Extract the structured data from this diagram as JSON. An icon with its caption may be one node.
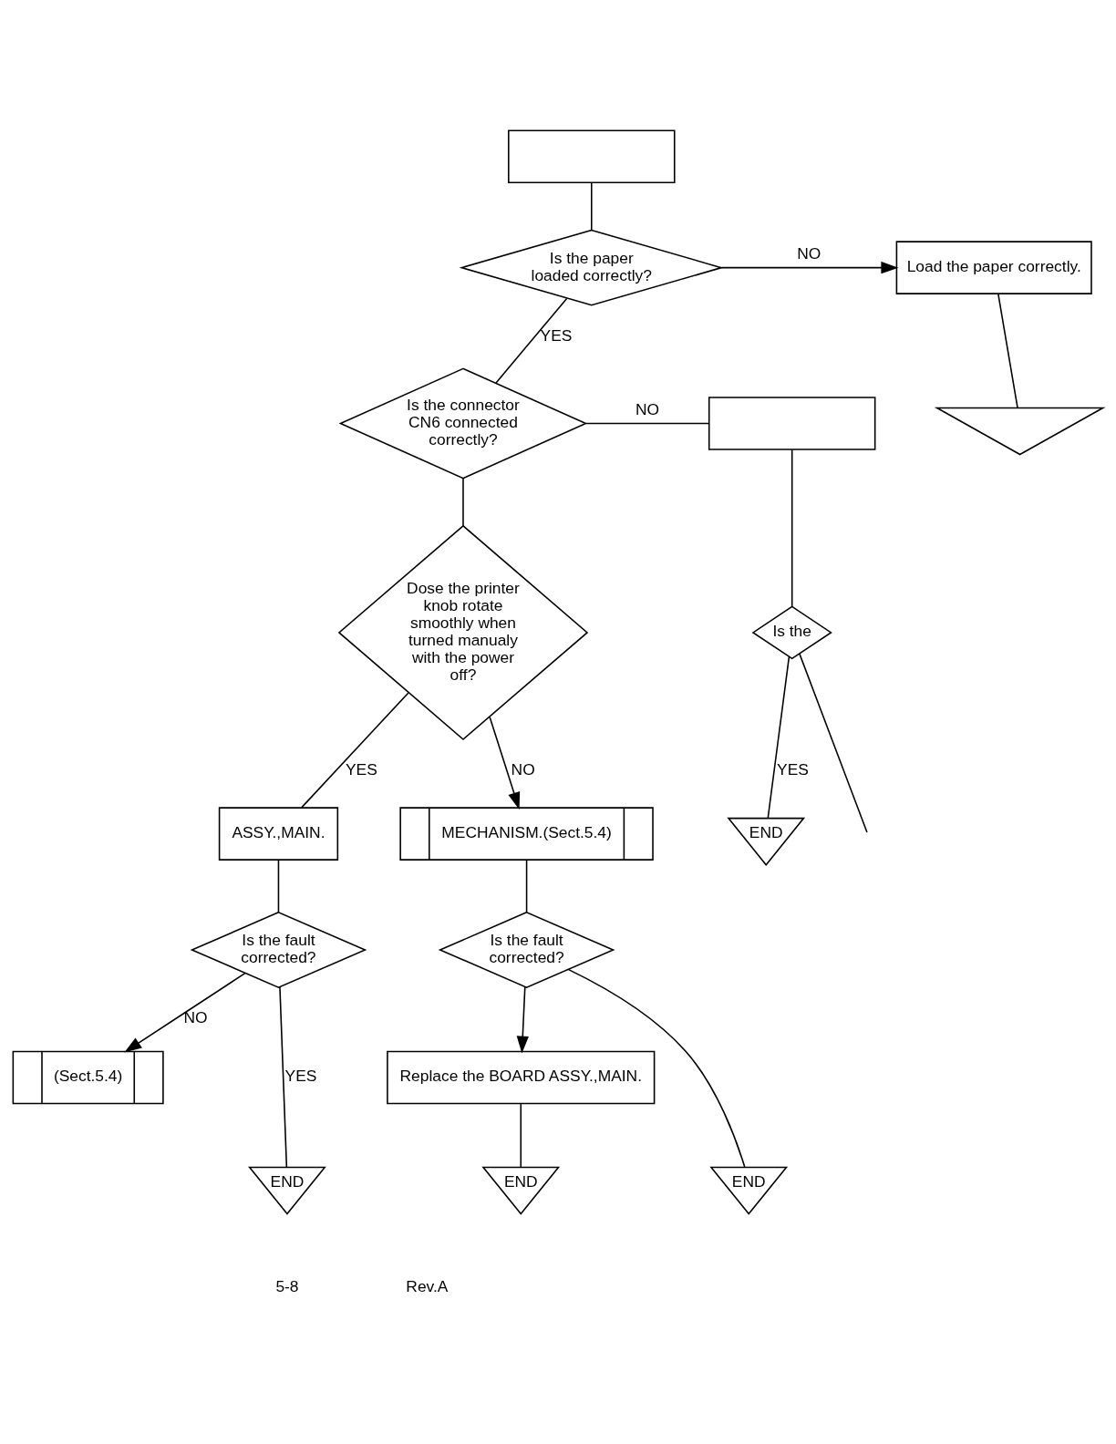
{
  "diagram": {
    "nodes": [
      {
        "text": [],
        "shape": "box"
      },
      {
        "text": [
          "Is the paper loaded correctly?"
        ]
      },
      {
        "text": [
          "Load the paper correctly."
        ]
      },
      {
        "text": [],
        "shape": "triangle"
      },
      {
        "text": [
          "Is the connector CN6 connected correctly?"
        ]
      },
      {
        "text": [],
        "shape": "box"
      },
      {
        "text": [
          "Is the"
        ]
      },
      {
        "text": [
          "END"
        ]
      },
      {
        "text": [
          "Dose the printer knob rotate smoothly when turned manualy with the power off?"
        ]
      },
      {
        "text": [
          "ASSY.,MAIN."
        ]
      },
      {
        "text": [
          "MECHANISM.(Sect.5.4)"
        ]
      },
      {
        "text": [
          "Is the fault corrected?"
        ]
      },
      {
        "text": [
          "(Sect.5.4)"
        ]
      },
      {
        "text": [
          "Is the fault corrected?"
        ]
      },
      {
        "text": [
          "Replace the BOARD ASSY.,MAIN."
        ]
      },
      {
        "text": [
          "END"
        ]
      },
      {
        "text": [
          "END"
        ]
      },
      {
        "text": [
          "END"
        ]
      }
    ],
    "edges": [
      {
        "from": 0,
        "to": 1,
        "arrow": "none"
      },
      {
        "from": 1,
        "to": 2,
        "arrow": "to",
        "label": "NO"
      },
      {
        "from": 2,
        "to": 3,
        "arrow": "none"
      },
      {
        "from": 1,
        "to": 4,
        "arrow": "none",
        "label": "YES"
      },
      {
        "from": 4,
        "to": 5,
        "arrow": "none",
        "label": "NO"
      },
      {
        "from": 5,
        "to": 6,
        "arrow": "none"
      },
      {
        "from": 6,
        "to": null,
        "arrow": "none"
      },
      {
        "from": 6,
        "to": 7,
        "arrow": "none",
        "label": "YES"
      },
      {
        "from": 4,
        "to": 8,
        "arrow": "none"
      },
      {
        "from": 8,
        "to": 10,
        "arrow": "to",
        "label": "NO"
      },
      {
        "from": 8,
        "to": 9,
        "arrow": "none",
        "label": "YES"
      },
      {
        "from": 9,
        "to": 11,
        "arrow": "none"
      },
      {
        "from": 11,
        "to": 12,
        "arrow": "to",
        "label": "NO"
      },
      {
        "from": 11,
        "to": 15,
        "arrow": "none",
        "label": "YES"
      },
      {
        "from": 10,
        "to": 13,
        "arrow": "none"
      },
      {
        "from": 13,
        "to": 14,
        "arrow": "to"
      },
      {
        "from": 13,
        "to": 16,
        "arrow": "none"
      },
      {
        "from": 14,
        "to": 17,
        "arrow": "none"
      }
    ],
    "labels": [
      "5-8",
      "Rev.A"
    ]
  }
}
